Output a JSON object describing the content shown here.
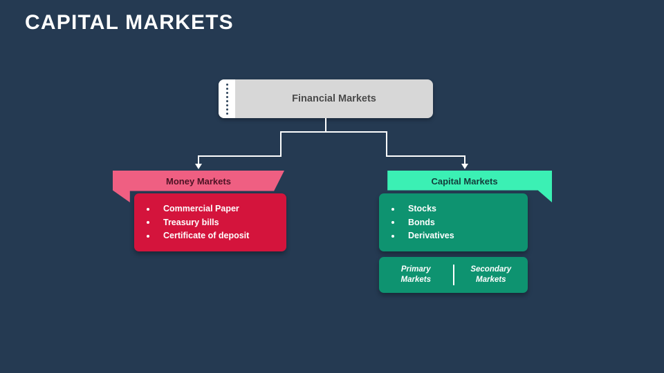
{
  "slide": {
    "title": "CAPITAL MARKETS",
    "background_color": "#253a52"
  },
  "diagram": {
    "root": {
      "label": "Financial Markets",
      "fill_color": "#d7d7d7",
      "text_color": "#4a4a4a",
      "tab_dot_count": 8
    },
    "branches": [
      {
        "id": "money-markets",
        "banner_label": "Money Markets",
        "banner_color": "#ef5f82",
        "banner_text_color": "#4d1224",
        "body_color": "#d4143c",
        "items": [
          "Commercial Paper",
          "Treasury bills",
          "Certificate of deposit"
        ]
      },
      {
        "id": "capital-markets",
        "banner_label": "Capital Markets",
        "banner_color": "#3bf0b4",
        "banner_text_color": "#123c3a",
        "body_color": "#0e9370",
        "items": [
          "Stocks",
          "Bonds",
          "Derivatives"
        ],
        "subbox": {
          "fill_color": "#0e9370",
          "left_label": "Primary\nMarkets",
          "right_label": "Secondary\nMarkets"
        }
      }
    ],
    "connector_color": "#ffffff"
  }
}
